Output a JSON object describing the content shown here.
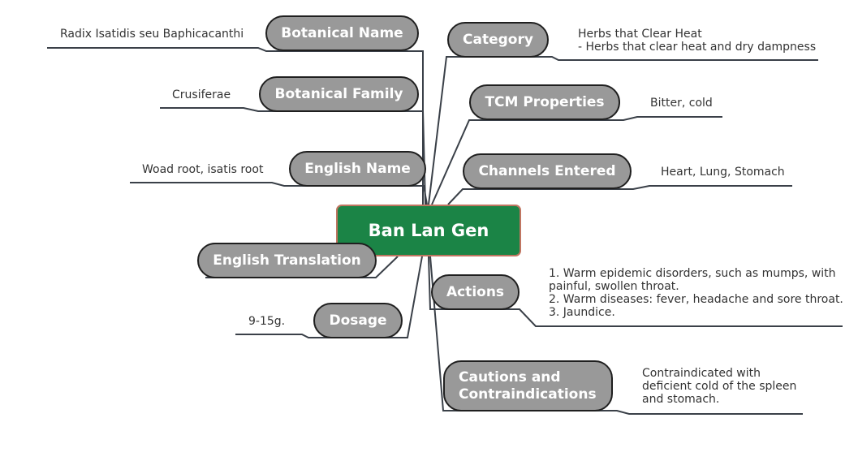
{
  "center": {
    "label": "Ban Lan Gen"
  },
  "branches": {
    "botanical_name": {
      "label": "Botanical Name",
      "value": "Radix Isatidis seu Baphicacanthi"
    },
    "botanical_family": {
      "label": "Botanical Family",
      "value": "Crusiferae"
    },
    "english_name": {
      "label": "English Name",
      "value": "Woad root, isatis root"
    },
    "english_translation": {
      "label": "English Translation",
      "value": ""
    },
    "dosage": {
      "label": "Dosage",
      "value": "9-15g."
    },
    "category": {
      "label": "Category",
      "value": "Herbs that Clear Heat\n- Herbs that clear heat and dry dampness"
    },
    "tcm_properties": {
      "label": "TCM Properties",
      "value": "Bitter, cold"
    },
    "channels_entered": {
      "label": "Channels Entered",
      "value": "Heart, Lung, Stomach"
    },
    "actions": {
      "label": "Actions",
      "value": "1. Warm epidemic disorders, such as mumps, with\npainful, swollen throat.\n2. Warm diseases: fever, headache and sore throat.\n3. Jaundice."
    },
    "cautions": {
      "label": "Cautions and\nContraindications",
      "value": "Contraindicated with\ndeficient cold of the spleen\nand stomach."
    }
  },
  "colors": {
    "center_fill": "#1b8446",
    "center_border": "#c07561",
    "node_fill": "#999999",
    "node_border": "#1f1f1f",
    "line": "#3a4048"
  }
}
